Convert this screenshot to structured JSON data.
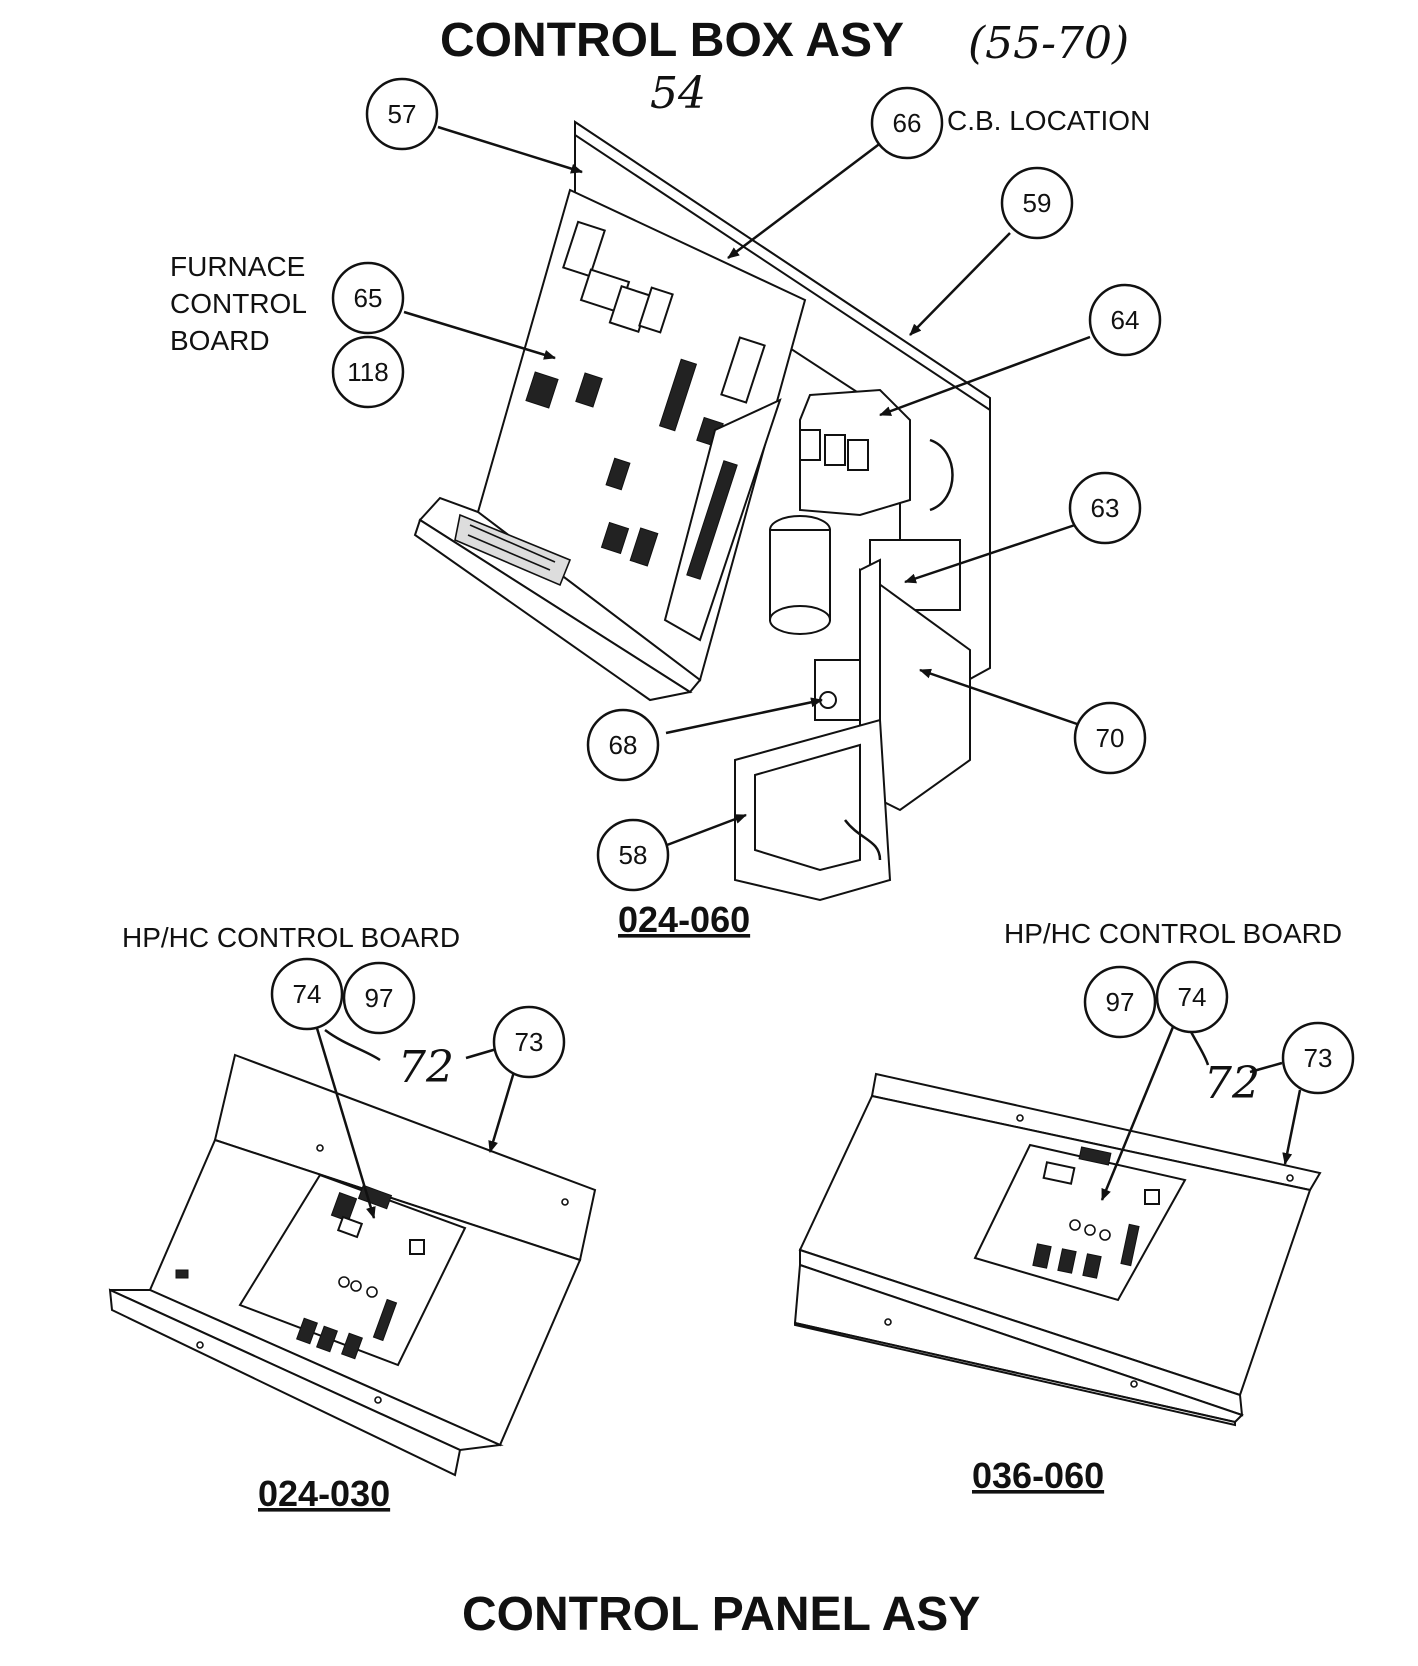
{
  "titles": {
    "control_box": "CONTROL BOX ASY",
    "control_box_range": "(55-70)",
    "handwritten_54": "54",
    "control_panel": "CONTROL PANEL ASY"
  },
  "labels": {
    "cb_location": "C.B. LOCATION",
    "furnace_line1": "FURNACE",
    "furnace_line2": "CONTROL",
    "furnace_line3": "BOARD",
    "hp_hc_left": "HP/HC CONTROL BOARD",
    "hp_hc_right": "HP/HC CONTROL BOARD"
  },
  "models": {
    "main": "024-060",
    "left": "024-030",
    "right": "036-060"
  },
  "callouts": {
    "c57": "57",
    "c66": "66",
    "c59": "59",
    "c65": "65",
    "c118": "118",
    "c64": "64",
    "c63": "63",
    "c68": "68",
    "c70": "70",
    "c58": "58",
    "left_74": "74",
    "left_97": "97",
    "left_73": "73",
    "left_72": "72",
    "right_97": "97",
    "right_74": "74",
    "right_73": "73",
    "right_72": "72"
  }
}
